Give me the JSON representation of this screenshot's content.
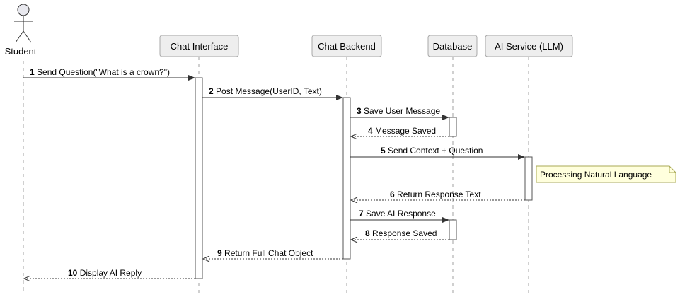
{
  "diagram": {
    "actor": {
      "label": "Student"
    },
    "participants": [
      {
        "id": "chat_interface",
        "label": "Chat Interface"
      },
      {
        "id": "chat_backend",
        "label": "Chat Backend"
      },
      {
        "id": "database",
        "label": "Database"
      },
      {
        "id": "ai_service",
        "label": "AI Service (LLM)"
      }
    ],
    "messages": [
      {
        "num": "1",
        "text": "Send Question(\"What is a crown?\")",
        "from": "student",
        "to": "chat_interface",
        "style": "solid"
      },
      {
        "num": "2",
        "text": "Post Message(UserID, Text)",
        "from": "chat_interface",
        "to": "chat_backend",
        "style": "solid"
      },
      {
        "num": "3",
        "text": "Save User Message",
        "from": "chat_backend",
        "to": "database",
        "style": "solid"
      },
      {
        "num": "4",
        "text": "Message Saved",
        "from": "database",
        "to": "chat_backend",
        "style": "dashed"
      },
      {
        "num": "5",
        "text": "Send Context + Question",
        "from": "chat_backend",
        "to": "ai_service",
        "style": "solid"
      },
      {
        "num": "6",
        "text": "Return Response Text",
        "from": "ai_service",
        "to": "chat_backend",
        "style": "dashed"
      },
      {
        "num": "7",
        "text": "Save AI Response",
        "from": "chat_backend",
        "to": "database",
        "style": "solid"
      },
      {
        "num": "8",
        "text": "Response Saved",
        "from": "database",
        "to": "chat_backend",
        "style": "dashed"
      },
      {
        "num": "9",
        "text": "Return Full Chat Object",
        "from": "chat_backend",
        "to": "chat_interface",
        "style": "dashed"
      },
      {
        "num": "10",
        "text": "Display AI Reply",
        "from": "chat_interface",
        "to": "student",
        "style": "dashed"
      }
    ],
    "note": {
      "text": "Processing Natural Language"
    }
  }
}
